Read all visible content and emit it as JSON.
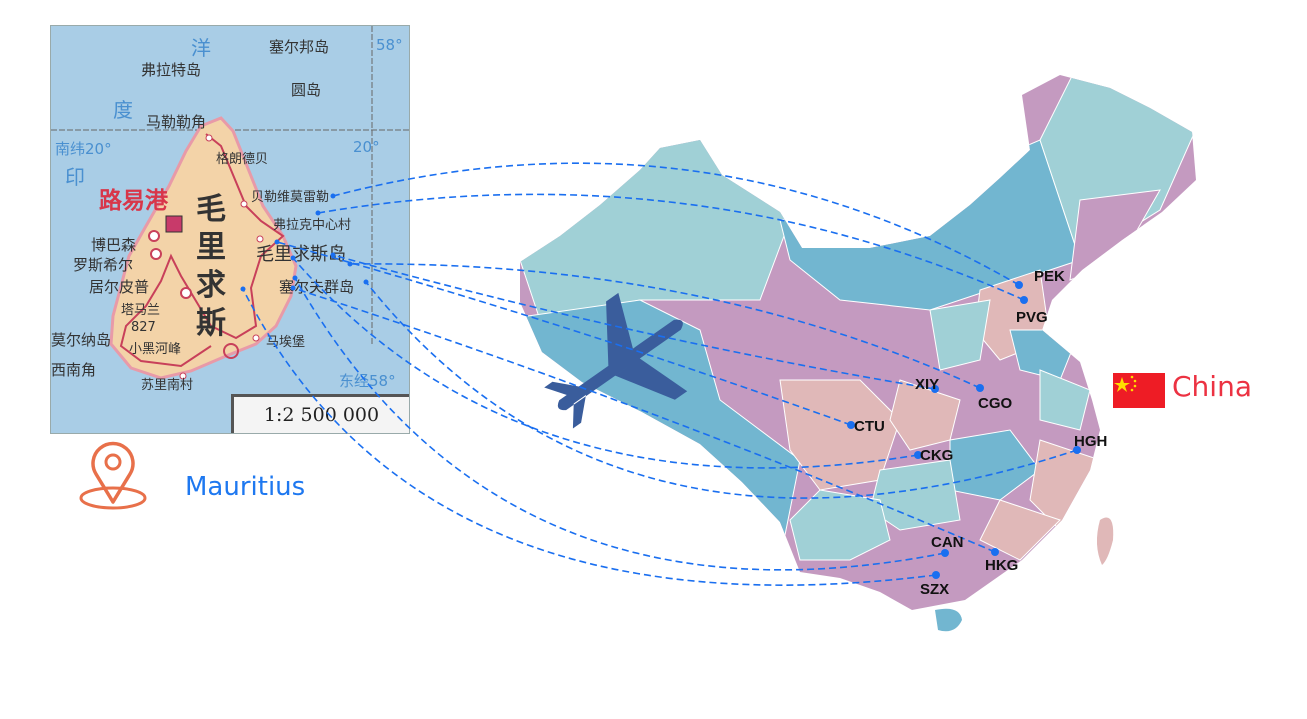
{
  "mauritius_map": {
    "sea_labels": [
      "洋",
      "度",
      "印"
    ],
    "latitude_left": "南纬20°",
    "latitude_right": "20°",
    "longitude_top": "58°",
    "longitude_bottom": "东经58°",
    "country_name": "毛里求斯",
    "capital": "路易港",
    "places": [
      "塞尔邦岛",
      "弗拉特岛",
      "圆岛",
      "马勒勒角",
      "格朗德贝",
      "贝勒维莫雷勒",
      "弗拉克中心村",
      "毛里求斯岛",
      "塞尔夫群岛",
      "博巴森",
      "罗斯希尔",
      "居尔皮普",
      "塔马兰",
      "827",
      "小黑河峰",
      "莫尔纳岛",
      "西南角",
      "苏里南村",
      "马埃堡"
    ],
    "scale": "1:2 500 000"
  },
  "origin_label": "Mauritius",
  "origin_icon": "location-pin-icon",
  "destination_label": "China",
  "destination_icon": "china-flag-icon",
  "airports": [
    "PEK",
    "PVG",
    "XIY",
    "CGO",
    "CTU",
    "CKG",
    "HGH",
    "CAN",
    "HKG",
    "SZX"
  ],
  "routes": [
    {
      "from": "Mauritius",
      "to": "PEK"
    },
    {
      "from": "Mauritius",
      "to": "PVG"
    },
    {
      "from": "Mauritius",
      "to": "XIY"
    },
    {
      "from": "Mauritius",
      "to": "CGO"
    },
    {
      "from": "Mauritius",
      "to": "CTU"
    },
    {
      "from": "Mauritius",
      "to": "CKG"
    },
    {
      "from": "Mauritius",
      "to": "HGH"
    },
    {
      "from": "Mauritius",
      "to": "CAN"
    },
    {
      "from": "Mauritius",
      "to": "HKG"
    },
    {
      "from": "Mauritius",
      "to": "SZX"
    }
  ],
  "colors": {
    "route": "#1a6ff0",
    "airplane": "#3a5d9c",
    "pin": "#e8704a",
    "mauritius_text": "#1e78f0",
    "china_text": "#ec3242",
    "region_teal": "#a0d0d6",
    "region_blue": "#72b6d0",
    "region_purple": "#c49ac0",
    "region_pink": "#e0b8b8"
  }
}
